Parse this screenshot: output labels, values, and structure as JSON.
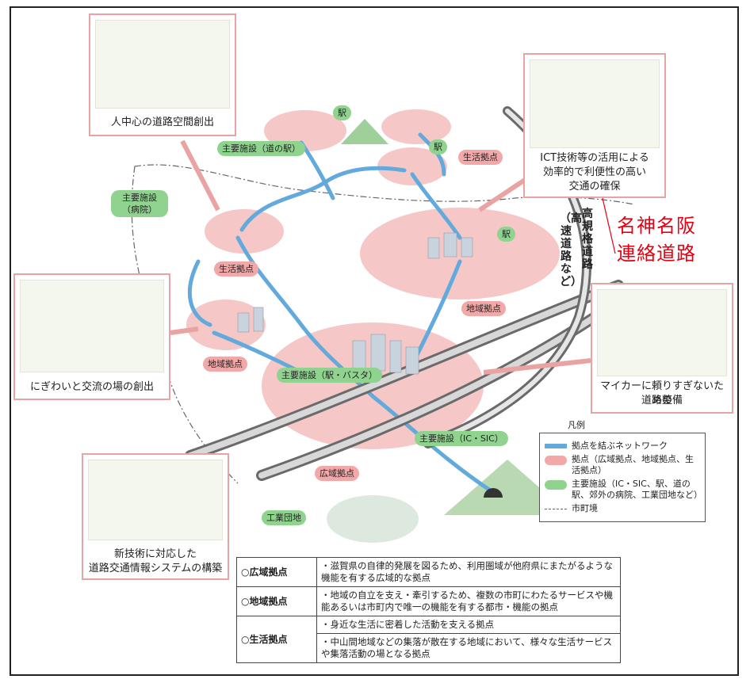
{
  "colors": {
    "network": "#62aadc",
    "hub": "#f2a8a8",
    "facility": "#8fd38f",
    "frame_pink": "#e9a3a3",
    "road_label": "#e60012"
  },
  "vignettes": {
    "pedestrian": "人中心の道路空間創出",
    "ict_line1": "ICT技術等の活用による",
    "ict_line2": "効率的で利便性の高い",
    "ict_line3": "交通の確保",
    "bustling": "にぎわいと交流の場の創出",
    "mycar_line1": "マイカーに頼りすぎないための",
    "mycar_line2": "道路整備",
    "tech_line1": "新技術に対応した",
    "tech_line2": "道路交通情報システムの構築"
  },
  "road_label": {
    "line1": "名神名阪",
    "line2": "連絡道路"
  },
  "highway_vertical": "高規格道路",
  "highway_paren": "（高速道路など）",
  "map_labels": {
    "station1": "駅",
    "station2": "駅",
    "station3": "駅",
    "michinoeki": "主要施設（道の駅）",
    "hospital": "主要施設（病院）",
    "living1": "生活拠点",
    "living2": "生活拠点",
    "regional1": "地域拠点",
    "regional2": "地域拠点",
    "station_bus": "主要施設（駅・バスタ）",
    "ic_sic": "主要施設（IC・SIC）",
    "wide": "広域拠点",
    "industrial": "工業団地"
  },
  "legend": {
    "title": "凡例",
    "items": [
      {
        "label": "拠点を結ぶネットワーク"
      },
      {
        "label": "拠点（広域拠点、地域拠点、生活拠点）"
      },
      {
        "label": "主要施設（IC・SIC、駅、道の駅、郊外の病院、工業団地など）"
      },
      {
        "label": "市町境"
      }
    ]
  },
  "definitions": [
    {
      "head": "○広域拠点",
      "items": [
        "・滋賀県の自律的発展を図るため、利用圏域が他府県にまたがるような機能を有する広域的な拠点"
      ]
    },
    {
      "head": "○地域拠点",
      "items": [
        "・地域の自立を支え・牽引するため、複数の市町にわたるサービスや機能あるいは市町内で唯一の機能を有する都市・機能の拠点"
      ]
    },
    {
      "head": "○生活拠点",
      "items": [
        "・身近な生活に密着した活動を支える拠点",
        "・中山間地域などの集落が散在する地域において、様々な生活サービスや集落活動の場となる拠点"
      ]
    }
  ]
}
